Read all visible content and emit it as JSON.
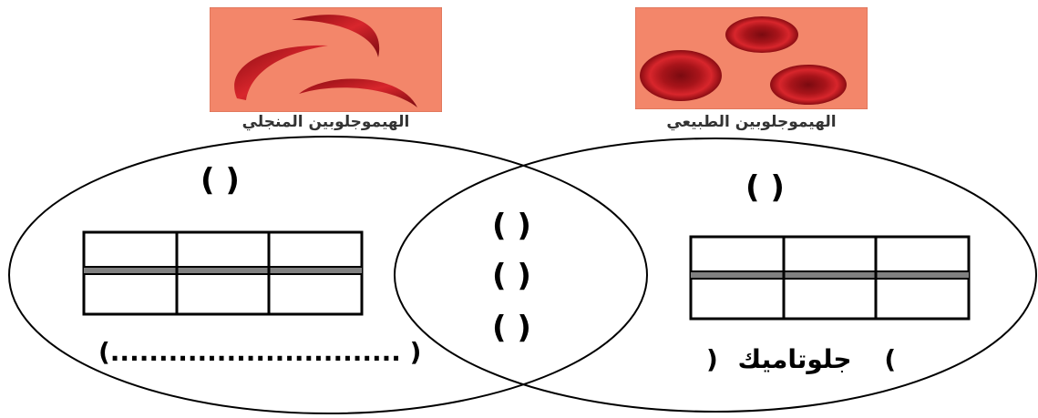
{
  "images": {
    "sickle": {
      "caption": "الهيموجلوبين المنجلي"
    },
    "normal": {
      "caption": "الهيموجلوبين الطبيعي"
    }
  },
  "left_circle": {
    "paren_top": "(     )",
    "paren_bottom": "(.............................. )"
  },
  "overlap": {
    "paren_1": "(     )",
    "paren_2": "(     )",
    "paren_3": "(     )"
  },
  "right_circle": {
    "paren_top": "(     )",
    "label": "جلوتاميك",
    "open_paren": "(",
    "close_paren": ")"
  },
  "colors": {
    "image_bg": "#f3866a",
    "cell_red": "#c4141c",
    "line": "#000000",
    "grid_mid": "#808080"
  }
}
